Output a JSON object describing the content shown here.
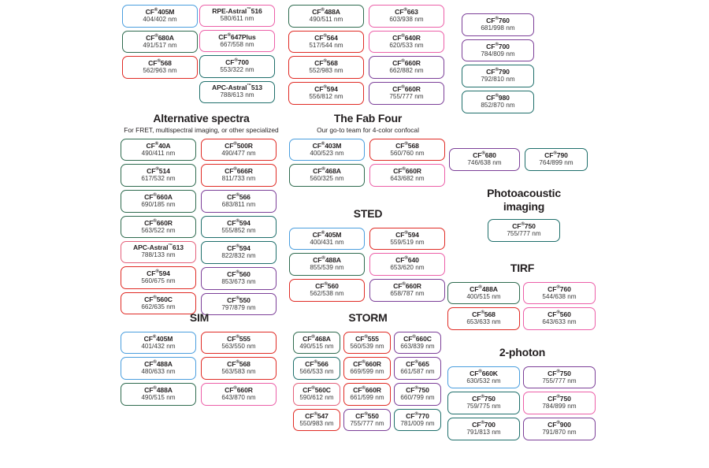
{
  "palette": {
    "blue": "#4a9ede",
    "green": "#2f6b4f",
    "red": "#e02b25",
    "pink": "#e8459b",
    "magenta": "#ec5fa8",
    "purple": "#7c3f98",
    "teal": "#1f6f6b",
    "darkred": "#c0392b",
    "rose": "#e4607a"
  },
  "top_groups": [
    {
      "name": "top-column-1",
      "chips": [
        {
          "name": "CF",
          "reg": "®",
          "suffix": "405M",
          "spec": "404/402 nm",
          "color": "#4a9ede"
        },
        {
          "name": "CF",
          "reg": "®",
          "suffix": "680A",
          "spec": "491/517 nm",
          "color": "#2f6b4f"
        },
        {
          "name": "CF",
          "reg": "®",
          "suffix": "568",
          "spec": "562/963 nm",
          "color": "#e02b25"
        }
      ]
    },
    {
      "name": "top-column-2",
      "chips": [
        {
          "name": "RPE-Astral",
          "reg": "™",
          "suffix": "516",
          "spec": "580/611 nm",
          "color": "#ec5fa8"
        },
        {
          "name": "CF",
          "reg": "®",
          "suffix": "647Plus",
          "spec": "667/558 nm",
          "color": "#ec5fa8"
        },
        {
          "name": "CF",
          "reg": "®",
          "suffix": "700",
          "spec": "553/322 nm",
          "color": "#1f6f6b"
        },
        {
          "name": "APC-Astral",
          "reg": "™",
          "suffix": "513",
          "spec": "788/613 nm",
          "color": "#1f6f6b"
        }
      ]
    },
    {
      "name": "top-column-3",
      "chips": [
        {
          "name": "CF",
          "reg": "®",
          "suffix": "488A",
          "spec": "490/511 nm",
          "color": "#2f6b4f"
        },
        {
          "name": "CF",
          "reg": "®",
          "suffix": "564",
          "spec": "517/544 nm",
          "color": "#e02b25"
        },
        {
          "name": "CF",
          "reg": "®",
          "suffix": "568",
          "spec": "552/983 nm",
          "color": "#e02b25"
        },
        {
          "name": "CF",
          "reg": "®",
          "suffix": "594",
          "spec": "556/812 nm",
          "color": "#e02b25"
        }
      ]
    },
    {
      "name": "top-column-4",
      "chips": [
        {
          "name": "CF",
          "reg": "®",
          "suffix": "663",
          "spec": "603/938 nm",
          "color": "#ec5fa8"
        },
        {
          "name": "CF",
          "reg": "®",
          "suffix": "640R",
          "spec": "620/533 nm",
          "color": "#ec5fa8"
        },
        {
          "name": "CF",
          "reg": "®",
          "suffix": "660R",
          "spec": "662/882 nm",
          "color": "#7c3f98"
        },
        {
          "name": "CF",
          "reg": "®",
          "suffix": "660R",
          "spec": "755/777 nm",
          "color": "#7c3f98"
        }
      ]
    },
    {
      "name": "top-column-5",
      "chips": [
        {
          "name": "CF",
          "reg": "®",
          "suffix": "760",
          "spec": "681/998 nm",
          "color": "#7c3f98"
        },
        {
          "name": "CF",
          "reg": "®",
          "suffix": "700",
          "spec": "784/809 nm",
          "color": "#7c3f98"
        },
        {
          "name": "CF",
          "reg": "®",
          "suffix": "790",
          "spec": "792/810 nm",
          "color": "#1f6f6b"
        },
        {
          "name": "CF",
          "reg": "®",
          "suffix": "980",
          "spec": "852/870 nm",
          "color": "#1f6f6b"
        }
      ]
    }
  ],
  "sections": {
    "alternative": {
      "title": "Alternative spectra",
      "subtitle": "For FRET, multispectral imaging, or other specialized",
      "col_a": [
        {
          "name": "CF",
          "reg": "®",
          "suffix": "40A",
          "spec": "490/411 nm",
          "color": "#2f6b4f"
        },
        {
          "name": "CF",
          "reg": "®",
          "suffix": "514",
          "spec": "617/532 nm",
          "color": "#2f6b4f"
        },
        {
          "name": "CF",
          "reg": "®",
          "suffix": "660A",
          "spec": "690/185 nm",
          "color": "#2f6b4f"
        },
        {
          "name": "CF",
          "reg": "®",
          "suffix": "660R",
          "spec": "563/522 nm",
          "color": "#2f6b4f"
        },
        {
          "name": "APC-Astral",
          "reg": "™",
          "suffix": "613",
          "spec": "788/133 nm",
          "color": "#e4607a"
        },
        {
          "name": "CF",
          "reg": "®",
          "suffix": "594",
          "spec": "560/675 nm",
          "color": "#e02b25"
        },
        {
          "name": "CF",
          "reg": "®",
          "suffix": "560C",
          "spec": "662/635 nm",
          "color": "#e02b25"
        }
      ],
      "col_b": [
        {
          "name": "CF",
          "reg": "®",
          "suffix": "500R",
          "spec": "490/477 nm",
          "color": "#e02b25"
        },
        {
          "name": "CF",
          "reg": "®",
          "suffix": "666R",
          "spec": "811/733 nm",
          "color": "#e02b25"
        },
        {
          "name": "CF",
          "reg": "®",
          "suffix": "566",
          "spec": "683/811 nm",
          "color": "#7c3f98"
        },
        {
          "name": "CF",
          "reg": "®",
          "suffix": "594",
          "spec": "555/852 nm",
          "color": "#1f6f6b"
        },
        {
          "name": "CF",
          "reg": "®",
          "suffix": "594",
          "spec": "822/832 nm",
          "color": "#1f6f6b"
        },
        {
          "name": "CF",
          "reg": "®",
          "suffix": "560",
          "spec": "853/673 nm",
          "color": "#7c3f98"
        },
        {
          "name": "CF",
          "reg": "®",
          "suffix": "550",
          "spec": "797/879 nm",
          "color": "#7c3f98"
        }
      ]
    },
    "fab_four": {
      "title": "The Fab Four",
      "subtitle": "Our go-to team for 4-color confocal",
      "col_a": [
        {
          "name": "CF",
          "reg": "®",
          "suffix": "403M",
          "spec": "400/523 nm",
          "color": "#4a9ede"
        },
        {
          "name": "CF",
          "reg": "®",
          "suffix": "468A",
          "spec": "560/325 nm",
          "color": "#2f6b4f"
        }
      ],
      "col_b": [
        {
          "name": "CF",
          "reg": "®",
          "suffix": "568",
          "spec": "560/760 nm",
          "color": "#e02b25"
        },
        {
          "name": "CF",
          "reg": "®",
          "suffix": "660R",
          "spec": "643/682 nm",
          "color": "#ec5fa8"
        }
      ]
    },
    "sted": {
      "title": "STED",
      "col_a": [
        {
          "name": "CF",
          "reg": "®",
          "suffix": "405M",
          "spec": "400/431 nm",
          "color": "#4a9ede"
        },
        {
          "name": "CF",
          "reg": "®",
          "suffix": "488A",
          "spec": "855/539 nm",
          "color": "#2f6b4f"
        },
        {
          "name": "CF",
          "reg": "®",
          "suffix": "560",
          "spec": "562/538 nm",
          "color": "#e02b25"
        }
      ],
      "col_b": [
        {
          "name": "CF",
          "reg": "®",
          "suffix": "594",
          "spec": "559/519 nm",
          "color": "#e02b25"
        },
        {
          "name": "CF",
          "reg": "®",
          "suffix": "640",
          "spec": "653/620 nm",
          "color": "#ec5fa8"
        },
        {
          "name": "CF",
          "reg": "®",
          "suffix": "660R",
          "spec": "658/787 nm",
          "color": "#7c3f98"
        }
      ]
    },
    "photoacoustic": {
      "title_line1": "Photoacoustic",
      "title_line2": "imaging",
      "chips": [
        {
          "name": "CF",
          "reg": "®",
          "suffix": "750",
          "spec": "755/777 nm",
          "color": "#1f6f6b"
        }
      ]
    },
    "upper_right_pair": [
      {
        "name": "CF",
        "reg": "®",
        "suffix": "680",
        "spec": "746/638 nm",
        "color": "#7c3f98"
      },
      {
        "name": "CF",
        "reg": "®",
        "suffix": "790",
        "spec": "764/899 nm",
        "color": "#1f6f6b"
      }
    ],
    "tirf": {
      "title": "TIRF",
      "col_a": [
        {
          "name": "CF",
          "reg": "®",
          "suffix": "488A",
          "spec": "400/515 nm",
          "color": "#2f6b4f"
        },
        {
          "name": "CF",
          "reg": "®",
          "suffix": "568",
          "spec": "653/633 nm",
          "color": "#e02b25"
        }
      ],
      "col_b": [
        {
          "name": "CF",
          "reg": "®",
          "suffix": "760",
          "spec": "544/638 nm",
          "color": "#ec5fa8"
        },
        {
          "name": "CF",
          "reg": "®",
          "suffix": "560",
          "spec": "643/633 nm",
          "color": "#ec5fa8"
        }
      ]
    },
    "two_photon": {
      "title": "2-photon",
      "col_a": [
        {
          "name": "CF",
          "reg": "®",
          "suffix": "660K",
          "spec": "630/532 nm",
          "color": "#4a9ede"
        },
        {
          "name": "CF",
          "reg": "®",
          "suffix": "750",
          "spec": "759/775 nm",
          "color": "#1f6f6b"
        },
        {
          "name": "CF",
          "reg": "®",
          "suffix": "700",
          "spec": "791/813 nm",
          "color": "#1f6f6b"
        }
      ],
      "col_b": [
        {
          "name": "CF",
          "reg": "®",
          "suffix": "750",
          "spec": "755/777 nm",
          "color": "#7c3f98"
        },
        {
          "name": "CF",
          "reg": "®",
          "suffix": "750",
          "spec": "784/899 nm",
          "color": "#ec5fa8"
        },
        {
          "name": "CF",
          "reg": "®",
          "suffix": "900",
          "spec": "791/870 nm",
          "color": "#7c3f98"
        }
      ]
    },
    "sim": {
      "title": "SIM",
      "col_a": [
        {
          "name": "CF",
          "reg": "®",
          "suffix": "405M",
          "spec": "401/432 nm",
          "color": "#4a9ede"
        },
        {
          "name": "CF",
          "reg": "®",
          "suffix": "488A",
          "spec": "480/633 nm",
          "color": "#4a9ede"
        },
        {
          "name": "CF",
          "reg": "®",
          "suffix": "488A",
          "spec": "490/515 nm",
          "color": "#2f6b4f"
        }
      ],
      "col_b": [
        {
          "name": "CF",
          "reg": "®",
          "suffix": "555",
          "spec": "563/550 nm",
          "color": "#e02b25"
        },
        {
          "name": "CF",
          "reg": "®",
          "suffix": "568",
          "spec": "563/583 nm",
          "color": "#e02b25"
        },
        {
          "name": "CF",
          "reg": "®",
          "suffix": "660R",
          "spec": "643/870 nm",
          "color": "#ec5fa8"
        }
      ]
    },
    "storm": {
      "title": "STORM",
      "col_a": [
        {
          "name": "CF",
          "reg": "®",
          "suffix": "468A",
          "spec": "490/515 nm",
          "color": "#2f6b4f"
        },
        {
          "name": "CF",
          "reg": "®",
          "suffix": "566",
          "spec": "566/533 nm",
          "color": "#1f6f6b"
        },
        {
          "name": "CF",
          "reg": "®",
          "suffix": "560C",
          "spec": "590/612 nm",
          "color": "#e4607a"
        },
        {
          "name": "CF",
          "reg": "®",
          "suffix": "547",
          "spec": "550/983 nm",
          "color": "#e02b25"
        }
      ],
      "col_b": [
        {
          "name": "CF",
          "reg": "®",
          "suffix": "555",
          "spec": "560/539 nm",
          "color": "#e02b25"
        },
        {
          "name": "CF",
          "reg": "®",
          "suffix": "660R",
          "spec": "669/599 nm",
          "color": "#e02b25"
        },
        {
          "name": "CF",
          "reg": "®",
          "suffix": "660R",
          "spec": "661/599 nm",
          "color": "#e02b25"
        },
        {
          "name": "CF",
          "reg": "®",
          "suffix": "550",
          "spec": "755/777 nm",
          "color": "#7c3f98"
        }
      ],
      "col_c": [
        {
          "name": "CF",
          "reg": "®",
          "suffix": "660C",
          "spec": "663/839 nm",
          "color": "#7c3f98"
        },
        {
          "name": "CF",
          "reg": "®",
          "suffix": "665",
          "spec": "661/587 nm",
          "color": "#7c3f98"
        },
        {
          "name": "CF",
          "reg": "®",
          "suffix": "750",
          "spec": "660/799 nm",
          "color": "#7c3f98"
        },
        {
          "name": "CF",
          "reg": "®",
          "suffix": "770",
          "spec": "781/009 nm",
          "color": "#1f6f6b"
        }
      ]
    }
  }
}
